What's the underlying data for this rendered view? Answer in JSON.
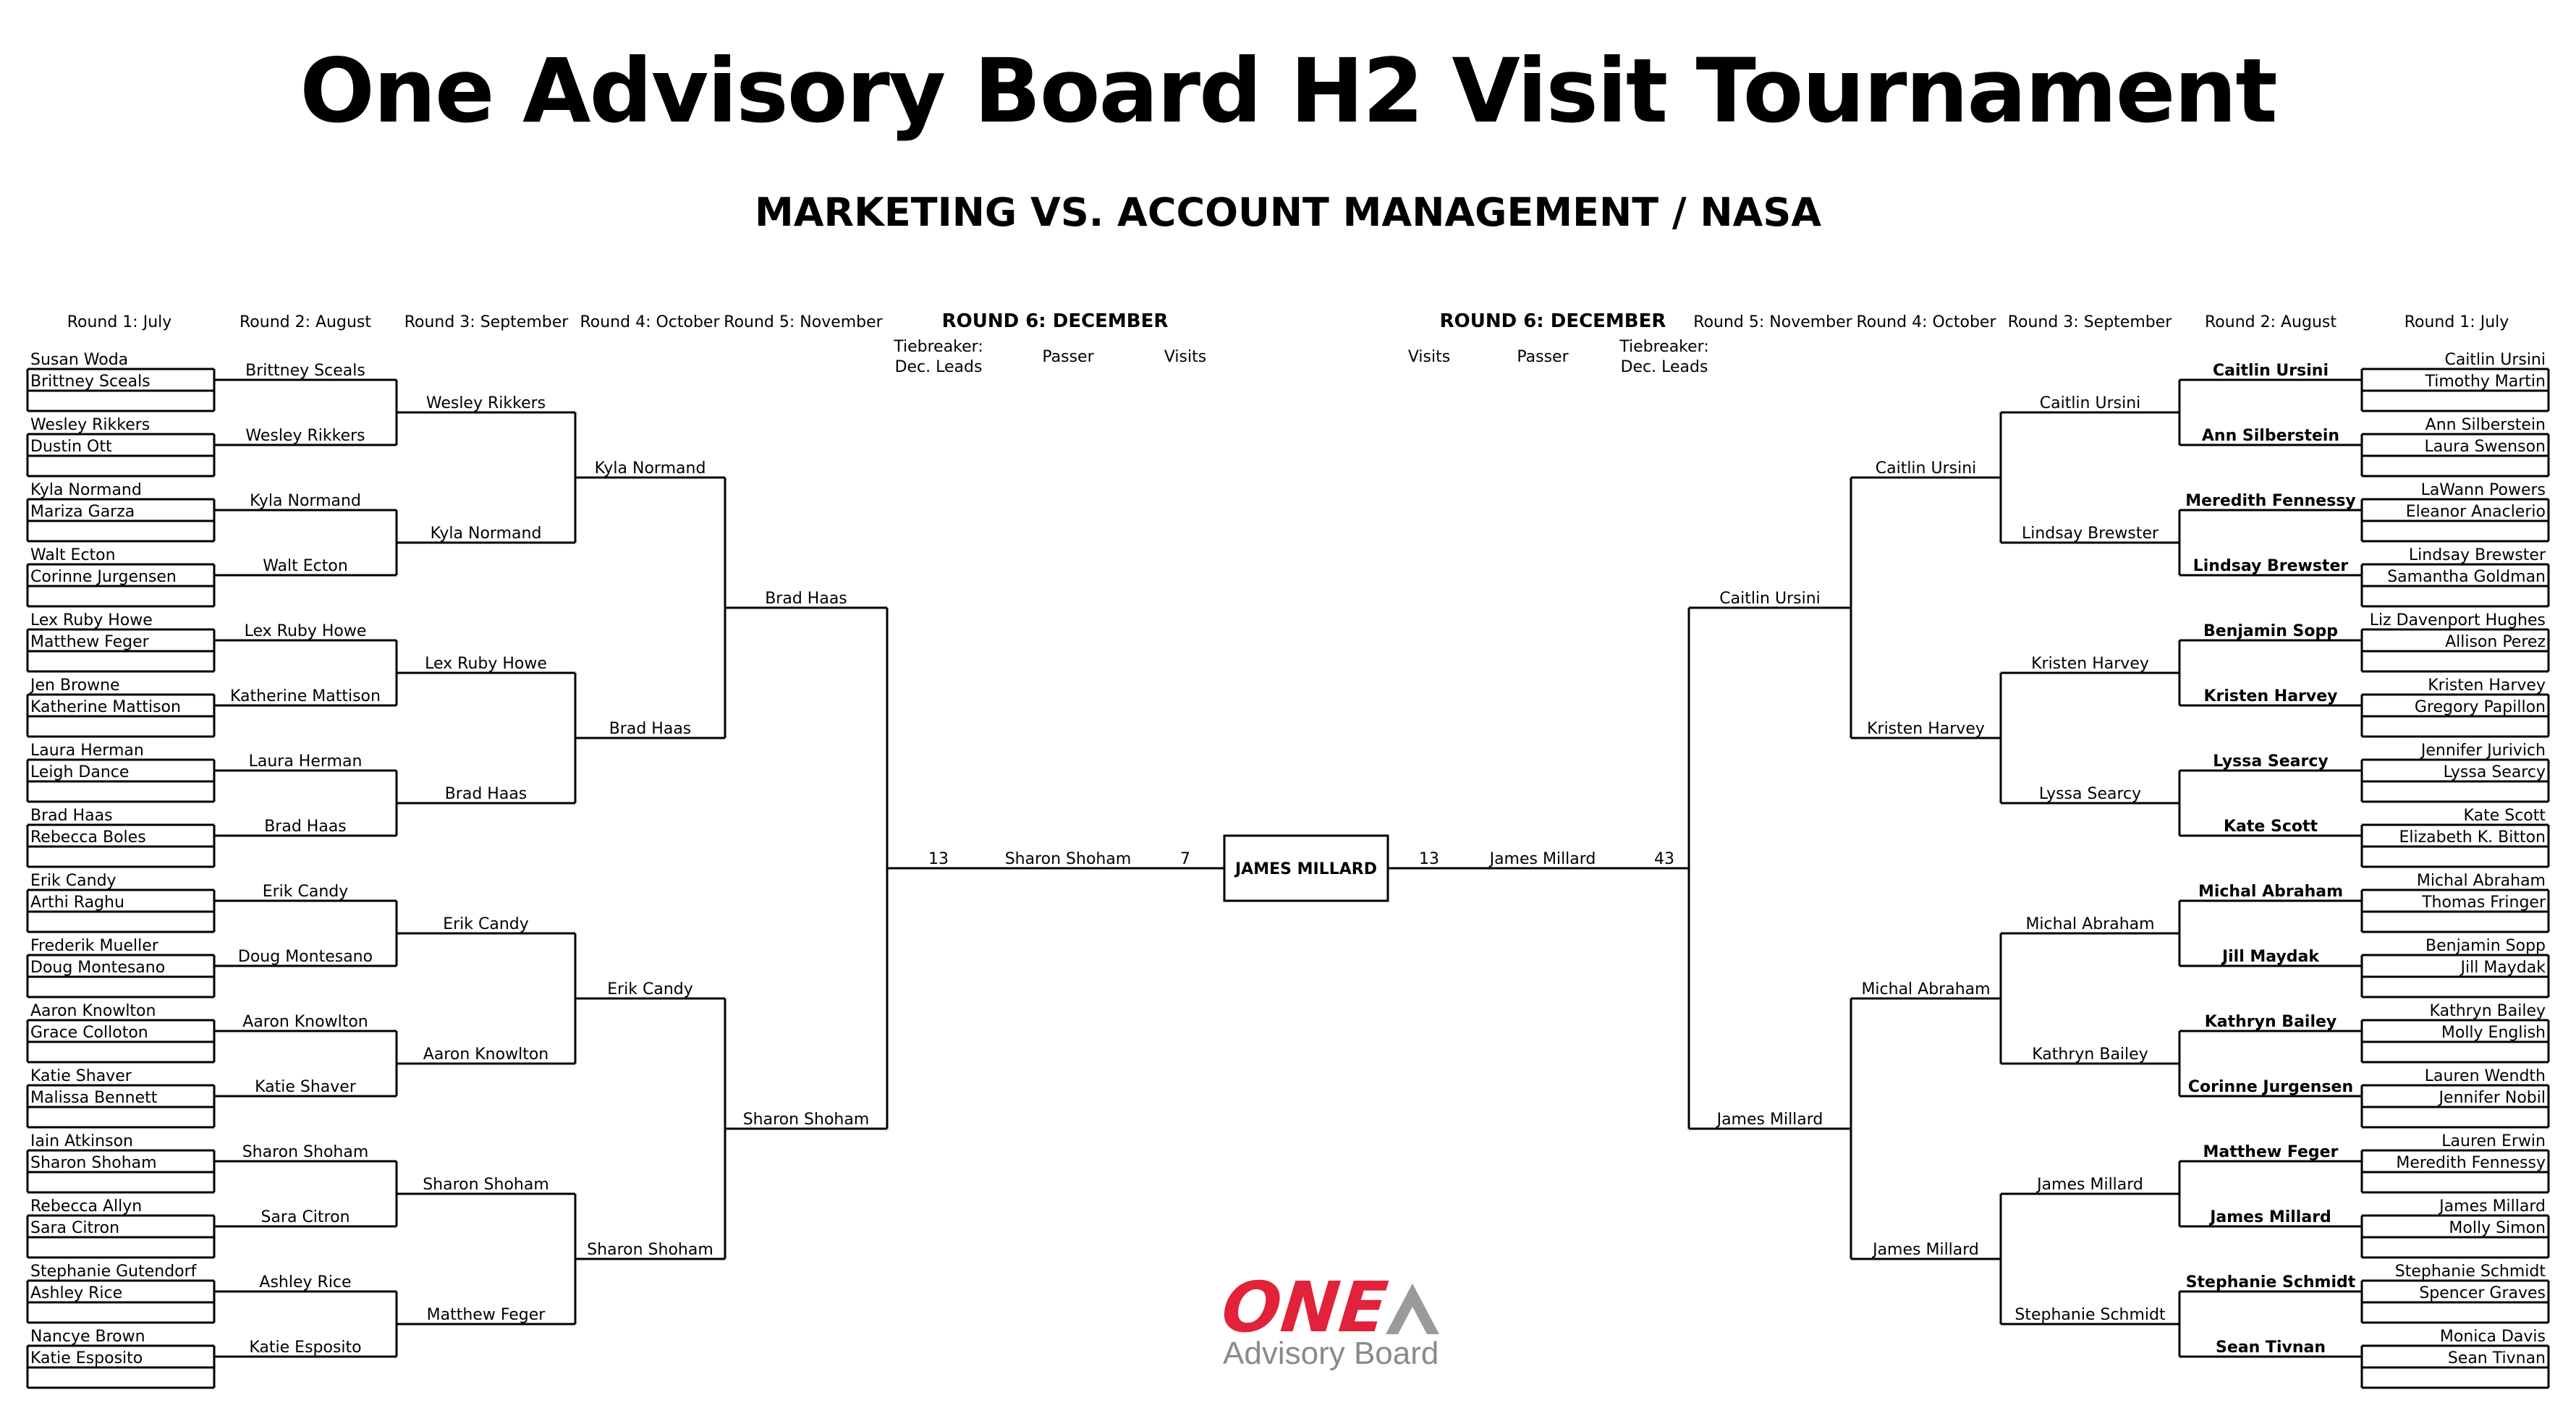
{
  "title": "One Advisory Board H2 Visit Tournament",
  "subtitle": "MARKETING VS. ACCOUNT MANAGEMENT /  NASA",
  "colors": {
    "lines": "#000000",
    "logo_red": "#e2213a",
    "logo_gray": "#9a9a9a"
  },
  "logo": {
    "text": "ONE",
    "sub": "Advisory Board"
  },
  "left": {
    "headers": [
      "Round 1: July",
      "Round 2: August",
      "Round 3: September",
      "Round 4: October",
      "Round 5: November"
    ],
    "round1": [
      "Susan Woda",
      "Brittney Sceals",
      "Wesley Rikkers",
      "Dustin Ott",
      "Kyla Normand",
      "Mariza Garza",
      "Walt Ecton",
      "Corinne Jurgensen",
      "Lex Ruby Howe",
      "Matthew Feger",
      "Jen Browne",
      "Katherine Mattison",
      "Laura Herman",
      "Leigh Dance",
      "Brad Haas",
      "Rebecca Boles",
      "Erik Candy",
      "Arthi Raghu",
      "Frederik Mueller",
      "Doug Montesano",
      "Aaron Knowlton",
      "Grace Colloton",
      "Katie Shaver",
      "Malissa Bennett",
      "Iain Atkinson",
      "Sharon Shoham",
      "Rebecca Allyn",
      "Sara Citron",
      "Stephanie Gutendorf",
      "Ashley Rice",
      "Nancye Brown",
      "Katie Esposito"
    ],
    "round2": [
      "Brittney Sceals",
      "Wesley Rikkers",
      "Kyla Normand",
      "Walt Ecton",
      "Lex Ruby Howe",
      "Katherine Mattison",
      "Laura Herman",
      "Brad Haas",
      "Erik Candy",
      "Doug Montesano",
      "Aaron Knowlton",
      "Katie Shaver",
      "Sharon Shoham",
      "Sara Citron",
      "Ashley Rice",
      "Katie Esposito"
    ],
    "round3": [
      "Wesley Rikkers",
      "Kyla Normand",
      "Lex Ruby Howe",
      "Brad Haas",
      "Erik Candy",
      "Aaron Knowlton",
      "Sharon Shoham",
      "Matthew Feger"
    ],
    "round4": [
      "Kyla Normand",
      "Brad Haas",
      "Erik Candy",
      "Sharon Shoham"
    ],
    "round5": [
      "Brad Haas",
      "Sharon Shoham"
    ]
  },
  "right": {
    "headers": [
      "Round 5: November",
      "Round 4: October",
      "Round 3: September",
      "Round 2: August",
      "Round 1: July"
    ],
    "round1": [
      "Caitlin Ursini",
      "Timothy Martin",
      "Ann Silberstein",
      "Laura Swenson",
      "LaWann Powers",
      "Eleanor Anaclerio",
      "Lindsay Brewster",
      "Samantha Goldman",
      "Liz Davenport Hughes",
      "Allison Perez",
      "Kristen Harvey",
      "Gregory Papillon",
      "Jennifer Jurivich",
      "Lyssa Searcy",
      "Kate Scott",
      "Elizabeth K. Bitton",
      "Michal Abraham",
      "Thomas Fringer",
      "Benjamin Sopp",
      "Jill Maydak",
      "Kathryn Bailey",
      "Molly English",
      "Lauren Wendth",
      "Jennifer Nobil",
      "Lauren Erwin",
      "Meredith Fennessy",
      "James Millard",
      "Molly Simon",
      "Stephanie Schmidt",
      "Spencer Graves",
      "Monica Davis",
      "Sean Tivnan"
    ],
    "round2": [
      "Caitlin Ursini",
      "Ann Silberstein",
      "Meredith Fennessy",
      "Lindsay Brewster",
      "Benjamin Sopp",
      "Kristen Harvey",
      "Lyssa Searcy",
      "Kate Scott",
      "Michal Abraham",
      "Jill Maydak",
      "Kathryn Bailey",
      "Corinne Jurgensen",
      "Matthew Feger",
      "James Millard",
      "Stephanie Schmidt",
      "Sean Tivnan"
    ],
    "round3": [
      "Caitlin Ursini",
      "Lindsay Brewster",
      "Kristen Harvey",
      "Lyssa Searcy",
      "Michal Abraham",
      "Kathryn Bailey",
      "James Millard",
      "Stephanie Schmidt"
    ],
    "round4": [
      "Caitlin Ursini",
      "Kristen Harvey",
      "Michal Abraham",
      "James Millard"
    ],
    "round5": [
      "Caitlin Ursini",
      "James Millard"
    ]
  },
  "final": {
    "left_header": "ROUND 6: DECEMBER",
    "right_header": "ROUND 6: DECEMBER",
    "tiebreaker_label": [
      "Tiebreaker:",
      "Dec. Leads"
    ],
    "passer_label": "Passer",
    "visits_label": "Visits",
    "left": {
      "tiebreaker": "13",
      "passer": "Sharon Shoham",
      "visits": "7"
    },
    "right": {
      "visits": "13",
      "passer": "James Millard",
      "tiebreaker": "43"
    },
    "champion": "JAMES MILLARD"
  }
}
